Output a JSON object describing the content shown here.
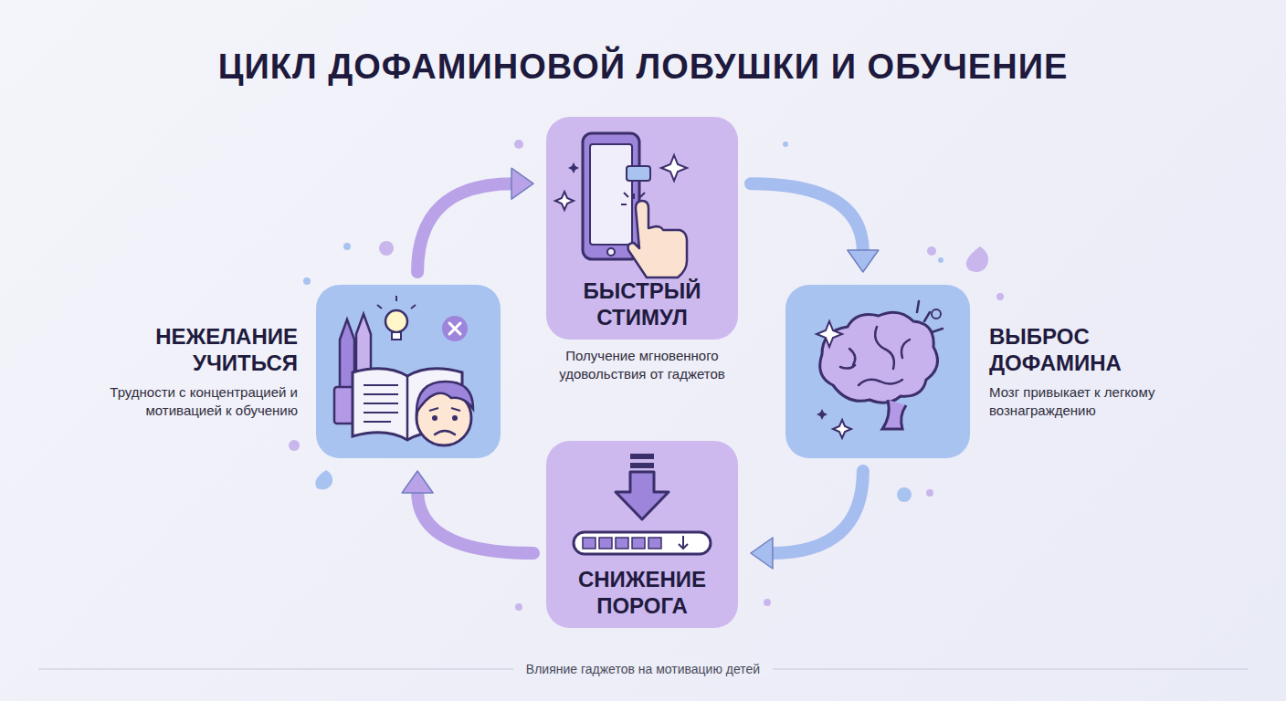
{
  "diagram": {
    "title": "ЦИКЛ ДОФАМИНОВОЙ ЛОВУШКИ И ОБУЧЕНИЕ",
    "caption": "Влияние гаджетов на мотивацию детей",
    "nodes": [
      {
        "text": [
          "БЫСТРЫЙ СТИМУЛ",
          "Получение мгновенного удовольствия от гаджетов"
        ]
      },
      {
        "text": [
          "ВЫБРОС ДОФАМИНА",
          "Мозг привыкает к легкому вознаграждению"
        ]
      },
      {
        "text": [
          "СНИЖЕНИЕ ПОРОГА"
        ]
      },
      {
        "text": [
          "НЕЖЕЛАНИЕ УЧИТЬСЯ",
          "Трудности с концентрацией и мотивацией к обучению"
        ]
      }
    ],
    "edges": [
      {
        "from": 0,
        "to": 1,
        "arrow": "to"
      },
      {
        "from": 1,
        "to": 2,
        "arrow": "to"
      },
      {
        "from": 2,
        "to": 3,
        "arrow": "to"
      },
      {
        "from": 3,
        "to": 0,
        "arrow": "to"
      }
    ]
  }
}
